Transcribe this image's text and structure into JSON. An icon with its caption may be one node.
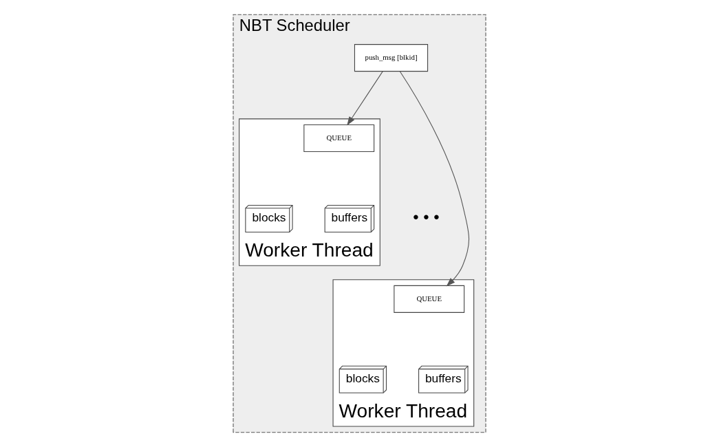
{
  "diagram": {
    "nodes": [
      {
        "text": [
          "NBT Scheduler"
        ]
      },
      {
        "text": [
          "push_msg [blkid]"
        ],
        "in": 0
      },
      {
        "text": [
          "Worker Thread"
        ],
        "in": 0
      },
      {
        "text": [
          "QUEUE"
        ],
        "in": 2
      },
      {
        "text": [
          "blocks"
        ],
        "in": 2
      },
      {
        "text": [
          "buffers"
        ],
        "in": 2
      },
      {
        "text": [
          "Worker Thread"
        ],
        "in": 0
      },
      {
        "text": [
          "QUEUE"
        ],
        "in": 6
      },
      {
        "text": [
          "blocks"
        ],
        "in": 6
      },
      {
        "text": [
          "buffers"
        ],
        "in": 6
      }
    ],
    "edges": [
      {
        "from": 1,
        "to": 3,
        "arrow": "to"
      },
      {
        "from": 1,
        "to": 7,
        "arrow": "to"
      }
    ],
    "labels": [
      "• • •"
    ]
  }
}
